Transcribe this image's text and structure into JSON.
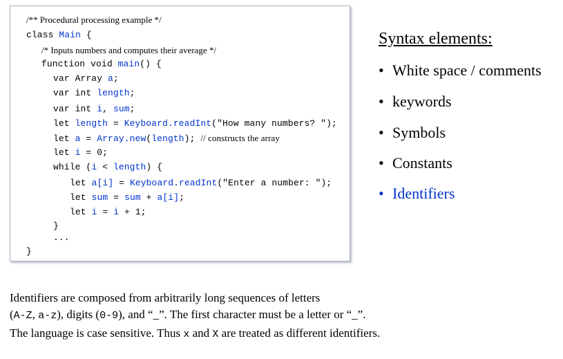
{
  "code": {
    "l1": "/** Procedural processing example */",
    "l2a": "class ",
    "l2b": "Main",
    "l2c": " {",
    "l3": "/* Inputs numbers and computes their average */",
    "l4a": "function void ",
    "l4b": "main",
    "l4c": "() {",
    "l5a": "var Array ",
    "l5b": "a",
    "l5c": ";",
    "l6a": "var int ",
    "l6b": "length",
    "l6c": ";",
    "l7a": "var int ",
    "l7b": "i",
    "l7c": ", ",
    "l7d": "sum",
    "l7e": ";",
    "l8a": "let ",
    "l8b": "length",
    "l8c": " = ",
    "l8d": "Keyboard.readInt",
    "l8e": "(\"How many numbers? \");",
    "l9a": "let ",
    "l9b": "a",
    "l9c": " = ",
    "l9d": "Array.new",
    "l9e": "(",
    "l9f": "length",
    "l9g": ");",
    "l9h": "// constructs the array",
    "l10a": "let ",
    "l10b": "i",
    "l10c": " = 0;",
    "l11a": "while (",
    "l11b": "i",
    "l11c": " < ",
    "l11d": "length",
    "l11e": ") {",
    "l12a": "let ",
    "l12b": "a[i]",
    "l12c": " = ",
    "l12d": "Keyboard.readInt",
    "l12e": "(\"Enter a number: \");",
    "l13a": "let ",
    "l13b": "sum",
    "l13c": " = ",
    "l13d": "sum",
    "l13e": " + ",
    "l13f": "a[i]",
    "l13g": ";",
    "l14a": "let ",
    "l14b": "i",
    "l14c": " = ",
    "l14d": "i",
    "l14e": " + 1;",
    "l15": "}",
    "l16": "...",
    "l17": "}"
  },
  "syntax": {
    "title": "Syntax elements:",
    "items": [
      "White space / comments",
      "keywords",
      "Symbols",
      "Constants",
      "Identifiers"
    ],
    "bullet": "•"
  },
  "paragraph": {
    "p1": "Identifiers are composed from arbitrarily long sequences of letters",
    "p2a": "(",
    "p2b": "A-Z",
    "p2c": ", ",
    "p2d": "a-z",
    "p2e": "), digits (",
    "p2f": "0-9",
    "p2g": "), and “_”. The first character must be a letter or “_”.",
    "p3a": "The language is case sensitive. Thus ",
    "p3b": "x",
    "p3c": " and ",
    "p3d": "X",
    "p3e": " are treated as different identifiers."
  },
  "colors": {
    "identifier": "#0033cc",
    "box_border": "#aab3c4"
  }
}
